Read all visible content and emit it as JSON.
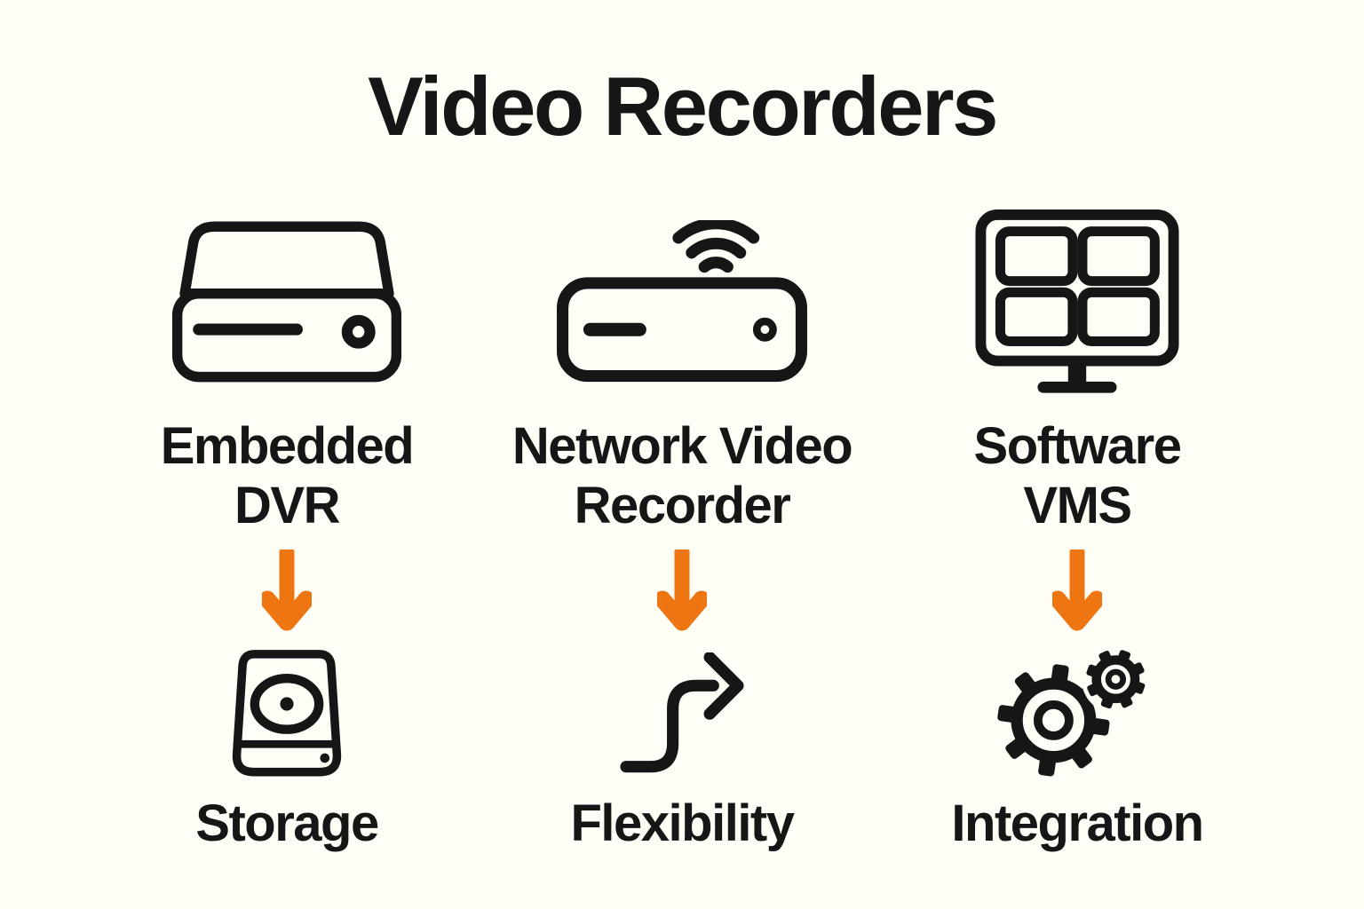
{
  "title": "Video Recorders",
  "colors": {
    "background": "#FFFEF6",
    "ink": "#161616",
    "accent": "#ED7612"
  },
  "columns": [
    {
      "name": "Embedded DVR",
      "label_line1": "Embedded",
      "label_line2": "DVR",
      "type_icon": "dvr-device-icon",
      "arrow_icon": "down-arrow-icon",
      "feature_icon": "hard-drive-storage-icon",
      "feature_label": "Storage"
    },
    {
      "name": "Network Video Recorder",
      "label_line1": "Network Video",
      "label_line2": "Recorder",
      "type_icon": "nvr-wifi-device-icon",
      "arrow_icon": "down-arrow-icon",
      "feature_icon": "curved-flex-arrow-icon",
      "feature_label": "Flexibility"
    },
    {
      "name": "Software VMS",
      "label_line1": "Software",
      "label_line2": "VMS",
      "type_icon": "monitor-multiview-icon",
      "arrow_icon": "down-arrow-icon",
      "feature_icon": "gears-icon",
      "feature_label": "Integration"
    }
  ]
}
